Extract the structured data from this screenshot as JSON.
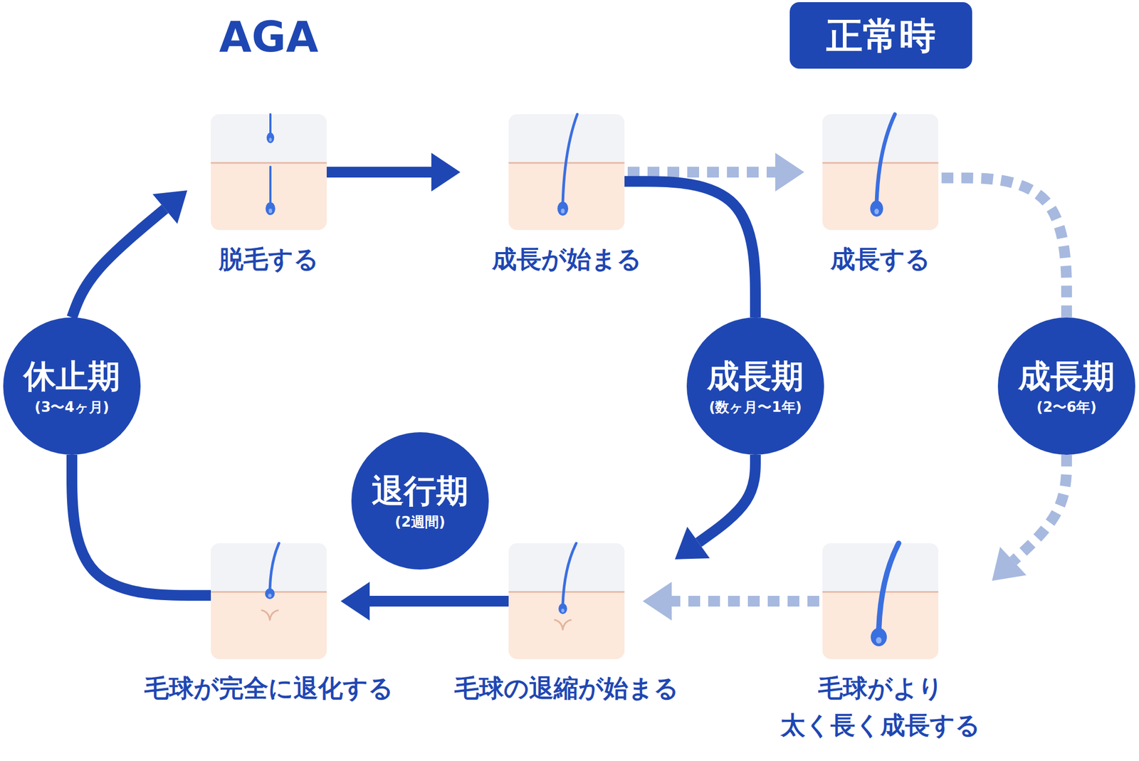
{
  "diagram": {
    "title": "AGA",
    "nodes": [
      {
        "text": [
          "正常時"
        ]
      },
      {
        "text": [
          "脱毛する"
        ]
      },
      {
        "text": [
          "成長が始まる"
        ]
      },
      {
        "text": [
          "成長する"
        ]
      },
      {
        "text": [
          "休止期",
          "(3〜4ヶ月)"
        ]
      },
      {
        "text": [
          "成長期",
          "(数ヶ月〜1年)"
        ]
      },
      {
        "text": [
          "成長期",
          "(2〜6年)"
        ]
      },
      {
        "text": [
          "退行期",
          "(2週間)"
        ]
      },
      {
        "text": [
          "毛球が完全に退化する"
        ]
      },
      {
        "text": [
          "毛球の退縮が始まる"
        ]
      },
      {
        "text": [
          "毛球がより 太く長く成長する"
        ]
      }
    ],
    "edges": [
      {
        "from": 1,
        "to": 2,
        "arrow": "to"
      },
      {
        "from": 2,
        "to": 3,
        "arrow": "to"
      },
      {
        "from": 3,
        "to": 6,
        "arrow": "none"
      },
      {
        "from": 6,
        "to": 10,
        "arrow": "to"
      },
      {
        "from": 10,
        "to": 9,
        "arrow": "to"
      },
      {
        "from": 2,
        "to": 5,
        "arrow": "none"
      },
      {
        "from": 5,
        "to": 9,
        "arrow": "to"
      },
      {
        "from": 9,
        "to": 8,
        "arrow": "to"
      },
      {
        "from": 8,
        "to": 4,
        "arrow": "none"
      },
      {
        "from": 4,
        "to": 1,
        "arrow": "to"
      }
    ]
  }
}
